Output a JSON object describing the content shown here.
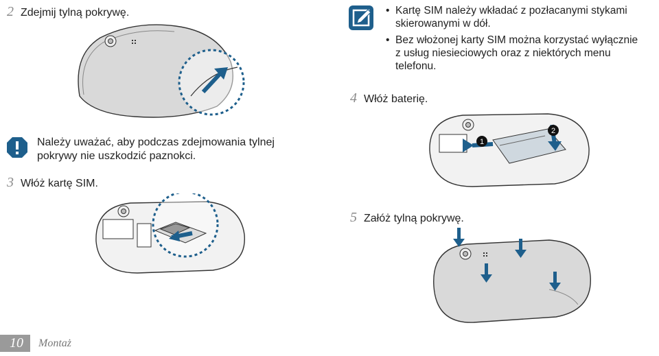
{
  "steps": [
    {
      "num": "2",
      "text": "Zdejmij tylną pokrywę."
    },
    {
      "num": "3",
      "text": "Włóż kartę SIM."
    },
    {
      "num": "4",
      "text": "Włóż baterię."
    },
    {
      "num": "5",
      "text": "Załóż tylną pokrywę."
    }
  ],
  "warning": {
    "icon": "caution-icon",
    "lines": [
      "Należy uważać, aby podczas zdejmowania tylnej",
      "pokrywy nie uszkodzić paznokci."
    ]
  },
  "note": {
    "icon": "note-pencil-icon",
    "bullets": [
      [
        "Kartę SIM należy wkładać z pozłacanymi stykami",
        "skierowanymi w dół."
      ],
      [
        "Bez włożonej karty SIM można korzystać wyłącznie",
        "z usług niesieciowych oraz z niektórych menu",
        "telefonu."
      ]
    ]
  },
  "callouts": [
    "1",
    "2"
  ],
  "footer": {
    "page": "10",
    "section": "Montaż"
  },
  "colors": {
    "accent": "#1e5f8c",
    "device_fill": "#d9d9d9",
    "outline": "#333333"
  }
}
